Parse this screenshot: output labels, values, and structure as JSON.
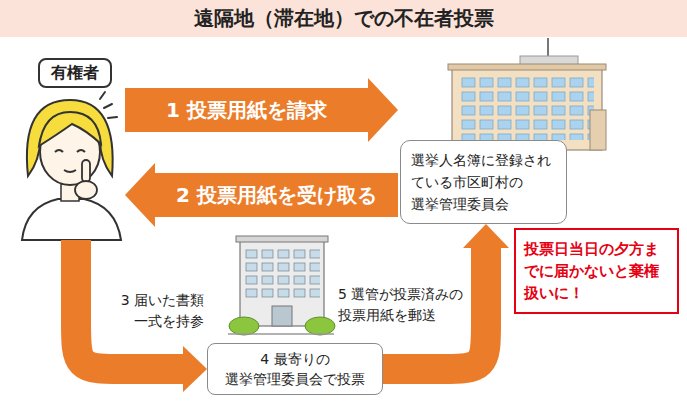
{
  "diagram": {
    "title": "遠隔地（滞在地）での不在者投票",
    "nodes": [
      {
        "text": [
          "有権者"
        ]
      },
      {
        "text": [
          "選挙人名簿に登録され ている市区町村の 選挙管理委員会"
        ]
      },
      {
        "text": [
          "投票日当日の夕方ま でに届かないと棄権 扱いに！"
        ]
      },
      {
        "text": [
          "4 最寄りの 選挙管理委員会で投票"
        ]
      }
    ],
    "edges": [
      {
        "from": 0,
        "to": 1,
        "arrow": "to",
        "label": "1 投票用紙を請求"
      },
      {
        "from": 1,
        "to": 0,
        "arrow": "to",
        "label": "2 投票用紙を受け取る"
      },
      {
        "from": 0,
        "to": 3,
        "arrow": "to",
        "label": "3 届いた書類 一式を持参"
      },
      {
        "from": 3,
        "to": 1,
        "arrow": "to",
        "label": "5 選管が投票済みの 投票用紙を郵送"
      }
    ]
  }
}
